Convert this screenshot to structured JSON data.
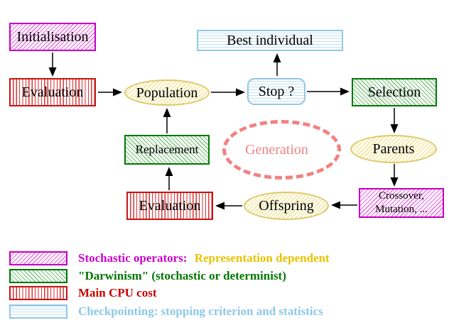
{
  "nodes": {
    "initialisation": "Initialisation",
    "evaluation_top": "Evaluation",
    "population": "Population",
    "best_individual": "Best individual",
    "stop": "Stop ?",
    "selection": "Selection",
    "parents": "Parents",
    "crossover_line1": "Crossover,",
    "crossover_line2": "Mutation, ...",
    "offspring": "Offspring",
    "evaluation_bottom": "Evaluation",
    "replacement": "Replacement",
    "generation": "Generation"
  },
  "legend": {
    "items": [
      {
        "swatch": "magenta-diagonal-hatch",
        "label": "Stochastic operators:",
        "label2": "Representation dependent"
      },
      {
        "swatch": "green-diagonal-hatch",
        "label": "\"Darwinism\" (stochastic or determinist)"
      },
      {
        "swatch": "red-vertical-hatch",
        "label": "Main CPU cost"
      },
      {
        "swatch": "cyan-horizontal-hatch",
        "label": "Checkpointing: stopping criterion and statistics"
      }
    ]
  },
  "colors": {
    "magenta_border": "#c400c4",
    "red_border": "#c81414",
    "green_border": "#007800",
    "cyan_border": "#92c8e6",
    "yellow_border": "#ddc96a",
    "salmon_dashed": "#f28282",
    "legend_magenta_text": "#cc00cc",
    "legend_gold_text": "#e8c400",
    "legend_green_text": "#007700",
    "legend_red_text": "#cc0000",
    "legend_cyan_text": "#8ec8e8",
    "arrow_color": "#000000"
  }
}
